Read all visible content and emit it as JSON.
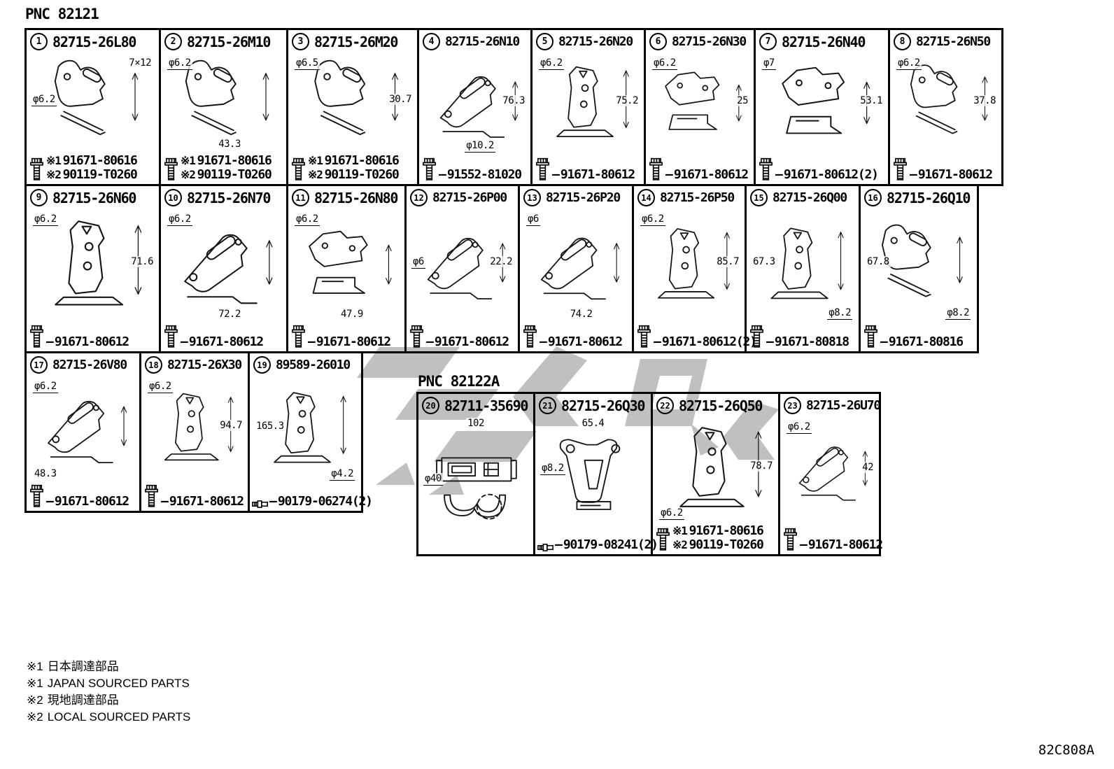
{
  "page": {
    "pnc_primary": "PNC 82121",
    "doc_code": "82C808A"
  },
  "rows": [
    [
      {
        "num": "1",
        "part_number": "82715-26L80",
        "dims": [
          "7×12",
          "φ6.2"
        ],
        "fastener_icon": "flange-bolt-icon",
        "fasteners": [
          {
            "mark": "※1",
            "number": "91671-80616"
          },
          {
            "mark": "※2",
            "number": "90119-T0260"
          }
        ]
      },
      {
        "num": "2",
        "part_number": "82715-26M10",
        "dims": [
          "φ6.2",
          "43.3"
        ],
        "fastener_icon": "flange-bolt-icon",
        "fasteners": [
          {
            "mark": "※1",
            "number": "91671-80616"
          },
          {
            "mark": "※2",
            "number": "90119-T0260"
          }
        ]
      },
      {
        "num": "3",
        "part_number": "82715-26M20",
        "dims": [
          "φ6.5",
          "30.7"
        ],
        "fastener_icon": "flange-bolt-icon",
        "fasteners": [
          {
            "mark": "※1",
            "number": "91671-80616"
          },
          {
            "mark": "※2",
            "number": "90119-T0260"
          }
        ]
      },
      {
        "num": "4",
        "part_number": "82715-26N10",
        "dims": [
          "76.3",
          "φ10.2"
        ],
        "fastener_icon": "flange-bolt-icon",
        "fasteners": [
          {
            "mark": "",
            "number": "91552-81020"
          }
        ]
      },
      {
        "num": "5",
        "part_number": "82715-26N20",
        "dims": [
          "φ6.2",
          "75.2"
        ],
        "fastener_icon": "flange-bolt-icon",
        "fasteners": [
          {
            "mark": "",
            "number": "91671-80612"
          }
        ]
      },
      {
        "num": "6",
        "part_number": "82715-26N30",
        "dims": [
          "φ6.2",
          "25"
        ],
        "fastener_icon": "flange-bolt-icon",
        "fasteners": [
          {
            "mark": "",
            "number": "91671-80612"
          }
        ]
      },
      {
        "num": "7",
        "part_number": "82715-26N40",
        "dims": [
          "φ7",
          "53.1"
        ],
        "fastener_icon": "flange-bolt-icon",
        "fasteners": [
          {
            "mark": "",
            "number": "91671-80612(2)"
          }
        ]
      },
      {
        "num": "8",
        "part_number": "82715-26N50",
        "dims": [
          "φ6.2",
          "37.8"
        ],
        "fastener_icon": "flange-bolt-icon",
        "fasteners": [
          {
            "mark": "",
            "number": "91671-80612"
          }
        ]
      }
    ],
    [
      {
        "num": "9",
        "part_number": "82715-26N60",
        "dims": [
          "φ6.2",
          "71.6"
        ],
        "fastener_icon": "flange-bolt-icon",
        "fasteners": [
          {
            "mark": "",
            "number": "91671-80612"
          }
        ]
      },
      {
        "num": "10",
        "part_number": "82715-26N70",
        "dims": [
          "φ6.2",
          "72.2"
        ],
        "fastener_icon": "flange-bolt-icon",
        "fasteners": [
          {
            "mark": "",
            "number": "91671-80612"
          }
        ]
      },
      {
        "num": "11",
        "part_number": "82715-26N80",
        "dims": [
          "φ6.2",
          "47.9"
        ],
        "fastener_icon": "flange-bolt-icon",
        "fasteners": [
          {
            "mark": "",
            "number": "91671-80612"
          }
        ]
      },
      {
        "num": "12",
        "part_number": "82715-26P00",
        "dims": [
          "φ6",
          "22.2"
        ],
        "fastener_icon": "flange-bolt-icon",
        "fasteners": [
          {
            "mark": "",
            "number": "91671-80612"
          }
        ]
      },
      {
        "num": "13",
        "part_number": "82715-26P20",
        "dims": [
          "φ6",
          "74.2"
        ],
        "fastener_icon": "flange-bolt-icon",
        "fasteners": [
          {
            "mark": "",
            "number": "91671-80612"
          }
        ]
      },
      {
        "num": "14",
        "part_number": "82715-26P50",
        "dims": [
          "φ6.2",
          "85.7"
        ],
        "fastener_icon": "flange-bolt-icon",
        "fasteners": [
          {
            "mark": "",
            "number": "91671-80612(2)"
          }
        ]
      },
      {
        "num": "15",
        "part_number": "82715-26Q00",
        "dims": [
          "67.3",
          "φ8.2"
        ],
        "fastener_icon": "flange-bolt-icon",
        "fasteners": [
          {
            "mark": "",
            "number": "91671-80818"
          }
        ]
      },
      {
        "num": "16",
        "part_number": "82715-26Q10",
        "dims": [
          "67.8",
          "φ8.2"
        ],
        "fastener_icon": "flange-bolt-icon",
        "fasteners": [
          {
            "mark": "",
            "number": "91671-80816"
          }
        ]
      }
    ],
    [
      {
        "num": "17",
        "part_number": "82715-26V80",
        "dims": [
          "φ6.2",
          "48.3"
        ],
        "fastener_icon": "flange-bolt-icon",
        "fasteners": [
          {
            "mark": "",
            "number": "91671-80612"
          }
        ]
      },
      {
        "num": "18",
        "part_number": "82715-26X30",
        "dims": [
          "φ6.2",
          "94.7"
        ],
        "fastener_icon": "flange-bolt-icon",
        "fasteners": [
          {
            "mark": "",
            "number": "91671-80612"
          }
        ]
      },
      {
        "num": "19",
        "part_number": "89589-26010",
        "dims": [
          "165.3",
          "φ4.2"
        ],
        "fastener_icon": "clip-pin-icon",
        "fasteners": [
          {
            "mark": "",
            "number": "90179-06274(2)"
          }
        ]
      }
    ]
  ],
  "subsection": {
    "label": "PNC 82122A",
    "cells": [
      {
        "num": "20",
        "part_number": "82711-35690",
        "dims": [
          "102",
          "φ40"
        ],
        "fastener_icon": "",
        "fasteners": []
      },
      {
        "num": "21",
        "part_number": "82715-26Q30",
        "dims": [
          "65.4",
          "φ8.2"
        ],
        "fastener_icon": "clip-pin-icon",
        "fasteners": [
          {
            "mark": "",
            "number": "90179-08241(2)"
          }
        ]
      },
      {
        "num": "22",
        "part_number": "82715-26Q50",
        "dims": [
          "78.7",
          "φ6.2"
        ],
        "fastener_icon": "flange-bolt-icon",
        "fasteners": [
          {
            "mark": "※1",
            "number": "91671-80616"
          },
          {
            "mark": "※2",
            "number": "90119-T0260"
          }
        ]
      },
      {
        "num": "23",
        "part_number": "82715-26U70",
        "dims": [
          "φ6.2",
          "42"
        ],
        "fastener_icon": "flange-bolt-icon",
        "fasteners": [
          {
            "mark": "",
            "number": "91671-80612"
          }
        ]
      }
    ]
  },
  "notes": [
    {
      "mark": "※1",
      "text": "日本調達部品"
    },
    {
      "mark": "※1",
      "text": "JAPAN SOURCED PARTS"
    },
    {
      "mark": "※2",
      "text": "現地調達部品"
    },
    {
      "mark": "※2",
      "text": "LOCAL SOURCED PARTS"
    }
  ]
}
